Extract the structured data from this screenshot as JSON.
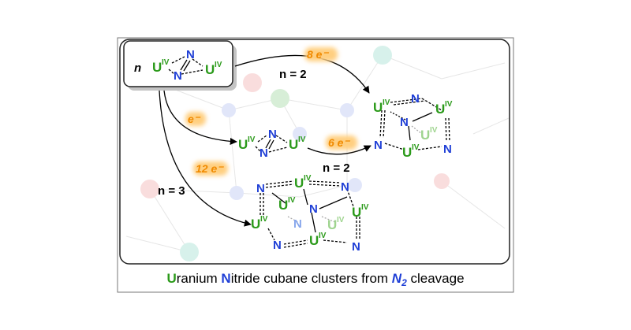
{
  "caption": {
    "u_letter": "U",
    "u_rest": "ranium ",
    "n_letter": "N",
    "n_rest": "itride cubane clusters from ",
    "n2_symbol": "N",
    "n2_sub": "2",
    "tail": " cleavage"
  },
  "start_box": {
    "n_label": "n",
    "left_metal": "U",
    "left_ox": "IV",
    "n_top": "N",
    "n_bottom": "N",
    "right_metal": "U",
    "right_ox": "IV"
  },
  "intermediate": {
    "left_metal": "U",
    "left_ox": "IV",
    "n_top": "N",
    "n_bottom": "N",
    "right_metal": "U",
    "right_ox": "IV"
  },
  "arrows": {
    "top_electrons": "8 e⁻",
    "top_n": "n = 2",
    "mid_electrons": "e⁻",
    "lower_electrons": "6 e⁻",
    "lower_n": "n = 2",
    "left_electrons": "12 e⁻",
    "left_n": "n = 3"
  },
  "cubane_small": {
    "metal": "U",
    "ox": "IV",
    "nitrogen": "N"
  },
  "cubane_large": {
    "metal": "U",
    "ox": "IV",
    "nitrogen": "N"
  },
  "colors": {
    "uranium": "#2b9a1a",
    "nitrogen": "#1f3fd6",
    "electrons": "#f08a00"
  }
}
